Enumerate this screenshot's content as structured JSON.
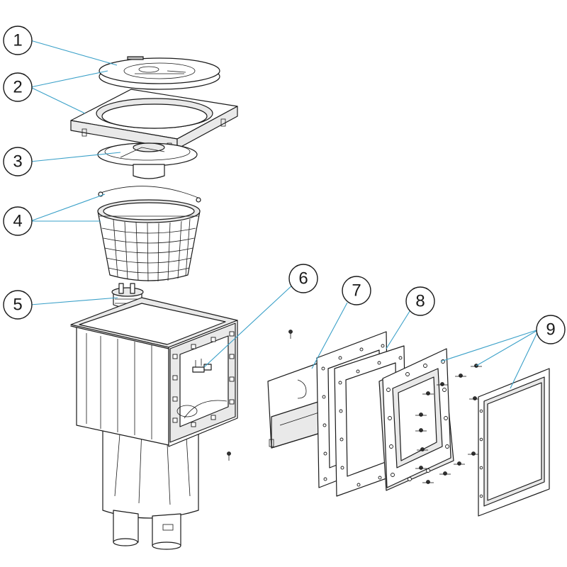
{
  "colors": {
    "leader": "#3aa0c8",
    "outline": "#1a1a1a",
    "fill": "#ffffff",
    "shade": "#e9e9e9"
  },
  "callouts": [
    {
      "number": "1",
      "part": "lid"
    },
    {
      "number": "2",
      "part": "lid-frame"
    },
    {
      "number": "3",
      "part": "skimmer-plate"
    },
    {
      "number": "4",
      "part": "basket"
    },
    {
      "number": "5",
      "part": "adjuster"
    },
    {
      "number": "6",
      "part": "weir-flap-hinge"
    },
    {
      "number": "7",
      "part": "weir-flap"
    },
    {
      "number": "8",
      "part": "gaskets"
    },
    {
      "number": "9",
      "part": "faceplate-and-screws"
    }
  ]
}
